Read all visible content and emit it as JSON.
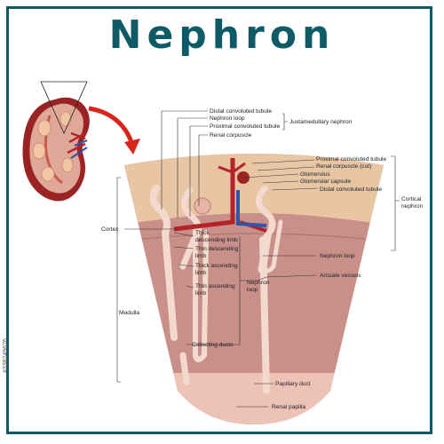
{
  "title": "Nephron",
  "labels": {
    "distal_convoluted_tubule_top": "Distal convoluted tubule",
    "nephron_loop_top": "Nephron loop",
    "proximal_convoluted_tubule_top": "Proximal convoluted tubule",
    "renal_corpuscle_top": "Renal corpuscle",
    "juxtamedullary_nephron": "Juxtamedullary nephron",
    "proximal_convoluted_tubule_right": "Proximal convoluted tubule",
    "renal_corpuscle_cut": "Renal corpuscle (cut)",
    "glomerulus": "Glomerulus",
    "glomerular_capsule": "Glomerular capsule",
    "distal_convoluted_tubule_right": "Distal convoluted tubule",
    "cortical_nephron_1": "Cortical",
    "cortical_nephron_2": "nephron",
    "cortex": "Cortex",
    "medulla": "Medulla",
    "thick_descending_limb_1": "Thick",
    "thick_descending_limb_2": "descending limb",
    "thin_descending_limb_1": "Thin descending",
    "thin_descending_limb_2": "limb",
    "thick_ascending_limb_1": "Thick ascending",
    "thick_ascending_limb_2": "limb",
    "thin_ascending_limb_1": "Thin ascending",
    "thin_ascending_limb_2": "limb",
    "nephron_loop_mid_1": "Nephron",
    "nephron_loop_mid_2": "loop",
    "nephron_loop_right": "Nephron loop",
    "arcuate_vessels": "Arcuate vessels",
    "collecting_ducts": "Collecting ducts",
    "papillary_duct": "Papillary duct",
    "renal_papilla": "Renal papilla"
  },
  "watermark": "#338249676",
  "colors": {
    "brand": "#0e5a66",
    "cortex": "#e8c6a4",
    "medulla": "#c98f89",
    "tubule": "#f4d9cf",
    "artery": "#b4232a",
    "vein": "#2f55a8",
    "arrow": "#d8261e"
  }
}
